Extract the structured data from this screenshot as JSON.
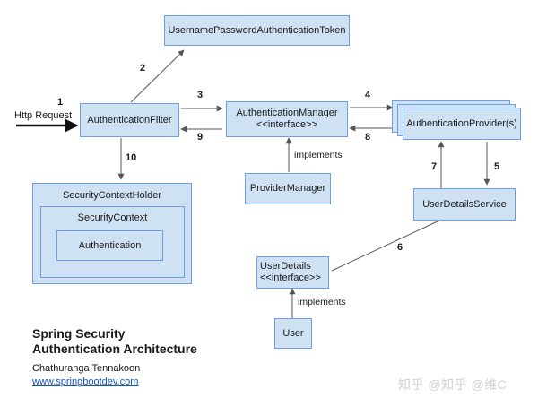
{
  "diagram": {
    "boxes": {
      "token": "UsernamePasswordAuthenticationToken",
      "filter": "AuthenticationFilter",
      "manager_line1": "AuthenticationManager",
      "manager_line2": "<<interface>>",
      "provider": "AuthenticationProvider(s)",
      "provider_manager": "ProviderManager",
      "user_details_service": "UserDetailsService",
      "user_details_line1": "UserDetails",
      "user_details_line2": "<<interface>>",
      "user": "User"
    },
    "holder": {
      "label": "SecurityContextHolder",
      "context_label": "SecurityContext",
      "authentication_label": "Authentication"
    },
    "request_label": "Http Request",
    "steps": [
      "1",
      "2",
      "3",
      "4",
      "5",
      "6",
      "7",
      "8",
      "9",
      "10"
    ],
    "implements_label": "implements"
  },
  "caption": {
    "title_line1": "Spring Security",
    "title_line2": "Authentication Architecture",
    "author": "Chathuranga Tennakoon",
    "website": "www.springbootdev.com"
  },
  "watermark": "知乎 @知乎 @维C",
  "colors": {
    "box_fill": "#cfe2f3",
    "box_border": "#6d9eeb",
    "arrow": "#555555",
    "link": "#1155cc"
  }
}
